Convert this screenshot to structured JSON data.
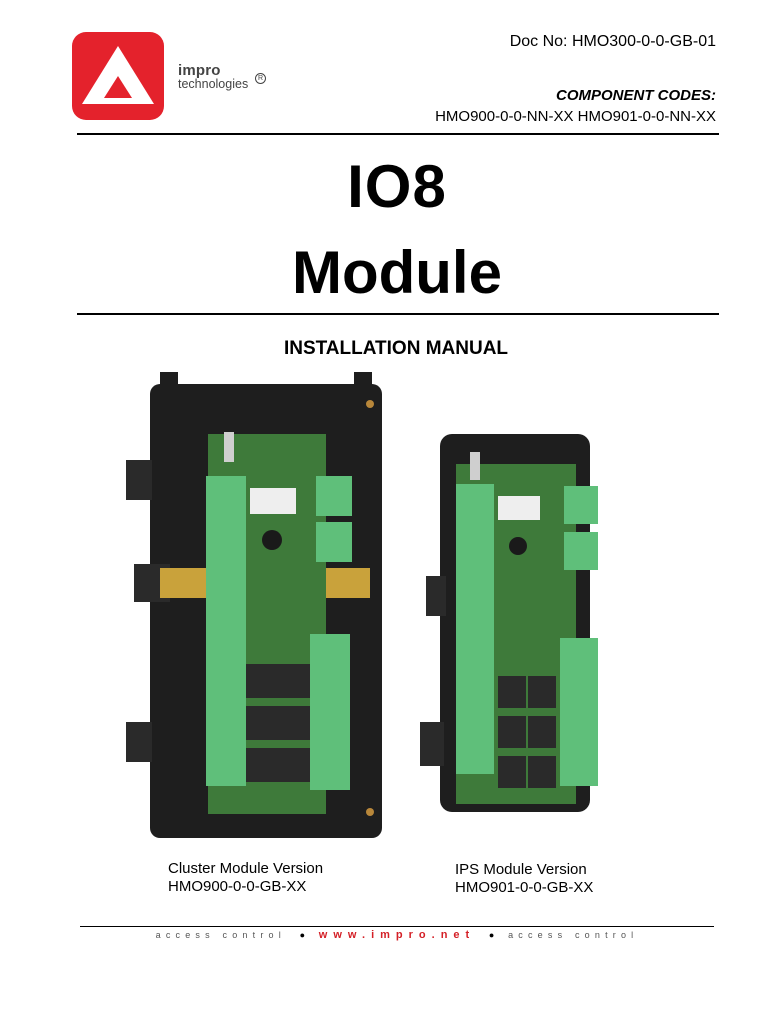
{
  "header": {
    "doc_no": "Doc No: HMO300-0-0-GB-01",
    "component_codes_label": "COMPONENT CODES:",
    "component_codes_values": "HMO900-0-0-NN-XX HMO901-0-0-NN-XX"
  },
  "logo": {
    "brand_name": "impro",
    "brand_sub": "technologies",
    "registered_mark": "R",
    "badge_color": "#e4222c"
  },
  "title": {
    "line1": "IO8",
    "line2": "Module"
  },
  "subtitle": "INSTALLATION MANUAL",
  "captions": {
    "left": {
      "line1": "Cluster Module Version",
      "line2": "HMO900-0-0-GB-XX"
    },
    "right": {
      "line1": "IPS Module Version",
      "line2": "HMO901-0-0-GB-XX"
    }
  },
  "footer": {
    "left_text": "access control",
    "url": "www.impro.net",
    "right_text": "access control",
    "url_color": "#d42027"
  },
  "colors": {
    "pcb_green": "#3e7a3a",
    "terminal_green": "#5fbf7a",
    "housing_black": "#1e1e1e"
  }
}
